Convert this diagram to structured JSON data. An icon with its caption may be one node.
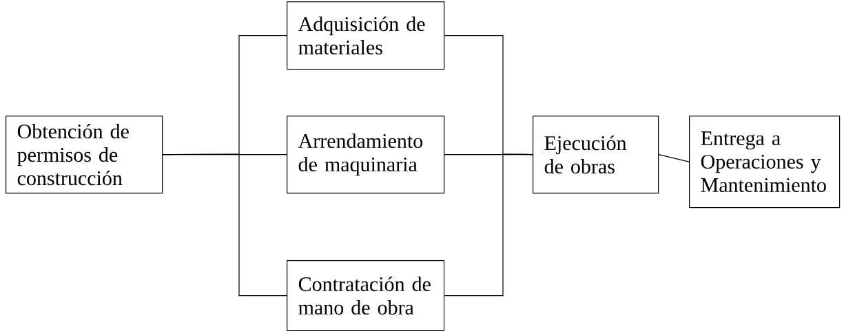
{
  "diagram": {
    "nodes": [
      {
        "text": [
          "Obtención de permisos de construcción"
        ]
      },
      {
        "text": [
          "Adquisición de materiales"
        ]
      },
      {
        "text": [
          "Arrendamiento de maquinaria"
        ]
      },
      {
        "text": [
          "Contratación de mano de obra"
        ]
      },
      {
        "text": [
          "Ejecución de obras"
        ]
      },
      {
        "text": [
          "Entrega a Operaciones y Mantenimiento"
        ]
      }
    ],
    "edges": [
      {
        "from": 0,
        "to": 1,
        "arrow": "none"
      },
      {
        "from": 0,
        "to": 2,
        "arrow": "none"
      },
      {
        "from": 0,
        "to": 3,
        "arrow": "none"
      },
      {
        "from": 1,
        "to": 4,
        "arrow": "none"
      },
      {
        "from": 2,
        "to": 4,
        "arrow": "none"
      },
      {
        "from": 3,
        "to": 4,
        "arrow": "none"
      },
      {
        "from": 4,
        "to": 5,
        "arrow": "none"
      }
    ]
  }
}
